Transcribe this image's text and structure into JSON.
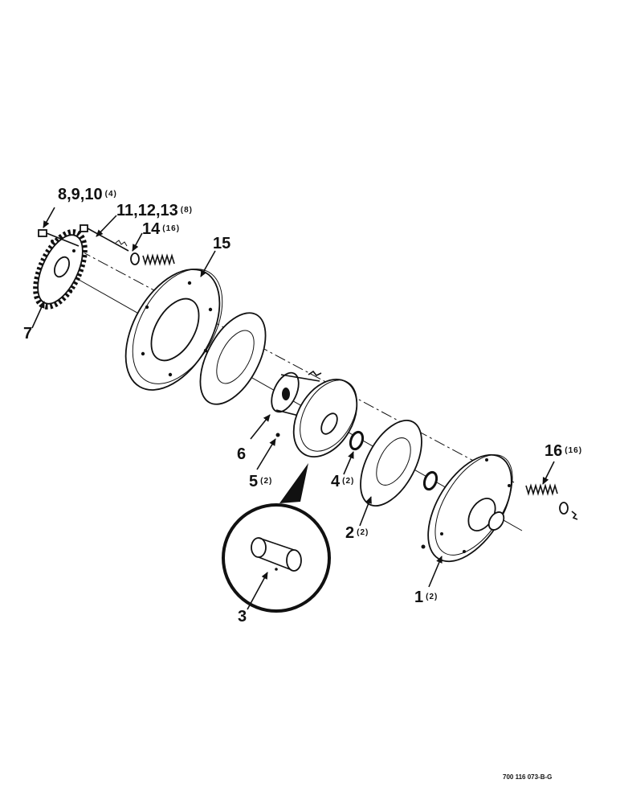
{
  "callouts": [
    {
      "id": "c1",
      "number": "1",
      "qty": "(2)"
    },
    {
      "id": "c2",
      "number": "2",
      "qty": "(2)"
    },
    {
      "id": "c3",
      "number": "3",
      "qty": ""
    },
    {
      "id": "c4",
      "number": "4",
      "qty": "(2)"
    },
    {
      "id": "c5",
      "number": "5",
      "qty": "(2)"
    },
    {
      "id": "c6",
      "number": "6",
      "qty": ""
    },
    {
      "id": "c7",
      "number": "7",
      "qty": ""
    },
    {
      "id": "c8",
      "number": "8,9,10",
      "qty": "(4)"
    },
    {
      "id": "c11",
      "number": "11,12,13",
      "qty": "(8)"
    },
    {
      "id": "c14",
      "number": "14",
      "qty": "(16)"
    },
    {
      "id": "c15",
      "number": "15",
      "qty": ""
    },
    {
      "id": "c16",
      "number": "16",
      "qty": "(16)"
    }
  ],
  "figure_id": "700 116 073-B-G"
}
